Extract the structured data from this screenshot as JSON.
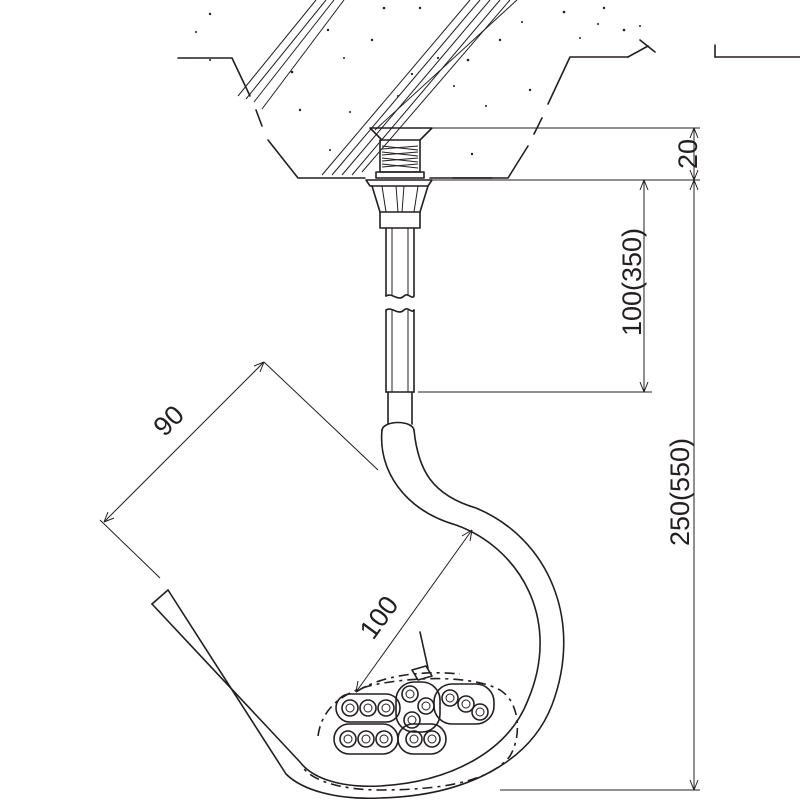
{
  "dimensions": {
    "anchor_depth": "20",
    "rod_length": "100(350)",
    "total_height": "250(550)",
    "hook_opening": "90",
    "hook_radius": "100"
  }
}
